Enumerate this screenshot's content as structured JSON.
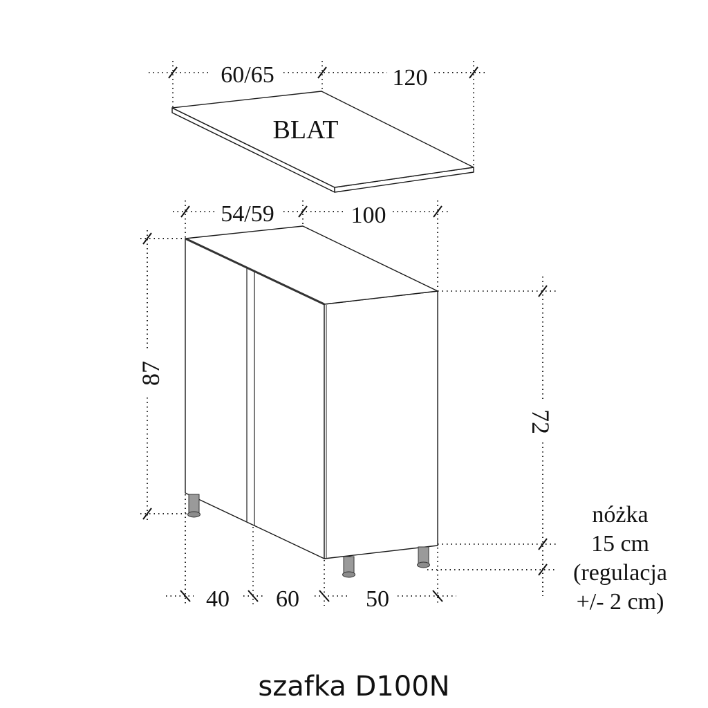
{
  "title": "szafka D100N",
  "countertop": {
    "label": "BLAT",
    "dimensions": {
      "depth": "60/65",
      "width": "120"
    }
  },
  "cabinet": {
    "top_dimensions": {
      "depth": "54/59",
      "width": "100"
    },
    "height_total": "87",
    "height_body": "72",
    "bottom_dimensions": {
      "left_door": "40",
      "right_door": "60",
      "side": "50"
    }
  },
  "leg_note": {
    "line1": "nóżka",
    "line2": "15 cm",
    "line3": "(regulacja",
    "line4": "+/- 2 cm)"
  },
  "colors": {
    "line": "#1a1a1a",
    "leg": "#9a9a9a",
    "background": "#ffffff"
  }
}
